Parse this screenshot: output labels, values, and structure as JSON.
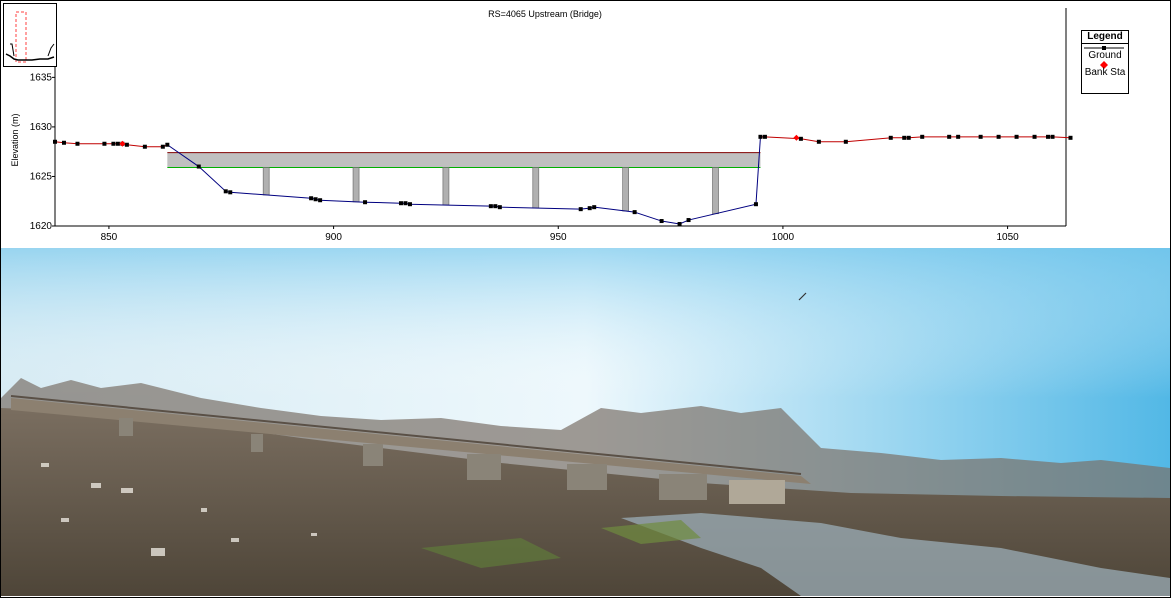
{
  "chart_data": {
    "type": "line",
    "title": "RS=4065   Upstream  (Bridge)",
    "xlabel": "",
    "ylabel": "Elevation (m)",
    "xlim": [
      838,
      1063
    ],
    "ylim": [
      1620,
      1642
    ],
    "x_ticks": [
      "850",
      "900",
      "950",
      "1000",
      "1050"
    ],
    "x_tick_values": [
      850,
      900,
      950,
      1000,
      1050
    ],
    "y_ticks": [
      "1620",
      "1625",
      "1630",
      "1635"
    ],
    "y_tick_values": [
      1620,
      1625,
      1630,
      1635
    ],
    "grid": false,
    "legend_position": "top-right",
    "series": [
      {
        "name": "Ground",
        "color": "#000080",
        "points": [
          [
            838,
            1628.5
          ],
          [
            840,
            1628.4
          ],
          [
            843,
            1628.3
          ],
          [
            849,
            1628.3
          ],
          [
            851,
            1628.3
          ],
          [
            852,
            1628.3
          ],
          [
            853,
            1628.3
          ],
          [
            854,
            1628.2
          ],
          [
            858,
            1628.0
          ],
          [
            862,
            1628.0
          ],
          [
            863,
            1628.2
          ],
          [
            870,
            1626.0
          ],
          [
            876,
            1623.5
          ],
          [
            877,
            1623.4
          ],
          [
            895,
            1622.8
          ],
          [
            896,
            1622.7
          ],
          [
            897,
            1622.6
          ],
          [
            907,
            1622.4
          ],
          [
            915,
            1622.3
          ],
          [
            916,
            1622.3
          ],
          [
            917,
            1622.2
          ],
          [
            935,
            1622.0
          ],
          [
            936,
            1622.0
          ],
          [
            937,
            1621.9
          ],
          [
            955,
            1621.7
          ],
          [
            957,
            1621.8
          ],
          [
            958,
            1621.9
          ],
          [
            967,
            1621.4
          ],
          [
            973,
            1620.5
          ],
          [
            977,
            1620.2
          ],
          [
            979,
            1620.6
          ],
          [
            994,
            1622.2
          ],
          [
            995,
            1629.0
          ],
          [
            996,
            1629.0
          ],
          [
            1004,
            1628.8
          ],
          [
            1008,
            1628.5
          ],
          [
            1014,
            1628.5
          ],
          [
            1024,
            1628.9
          ],
          [
            1027,
            1628.9
          ],
          [
            1028,
            1628.9
          ],
          [
            1031,
            1629.0
          ],
          [
            1037,
            1629.0
          ],
          [
            1039,
            1629.0
          ],
          [
            1044,
            1629.0
          ],
          [
            1048,
            1629.0
          ],
          [
            1052,
            1629.0
          ],
          [
            1056,
            1629.0
          ],
          [
            1059,
            1629.0
          ],
          [
            1060,
            1629.0
          ],
          [
            1064,
            1628.9
          ]
        ]
      },
      {
        "name": "Bank Sta",
        "color": "#ff0000",
        "points": [
          [
            853,
            1628.3
          ],
          [
            1003,
            1628.9
          ]
        ]
      }
    ],
    "bridge": {
      "deck_color": "#c0c0c0",
      "top_line_color": "#800000",
      "low_chord_color": "#00b000",
      "deck_x": [
        863,
        995
      ],
      "deck_top": 1627.4,
      "low_chord": 1625.9,
      "pier_x": [
        885,
        905,
        925,
        945,
        965,
        985
      ]
    }
  },
  "legend": {
    "title": "Legend",
    "items": [
      {
        "label": "Ground",
        "color": "#000000",
        "marker": "square-line"
      },
      {
        "label": "Bank Sta",
        "color": "#ff0000",
        "marker": "diamond"
      }
    ]
  },
  "colors": {
    "sky_top": "#6fc3e8",
    "sky_bottom": "#eef8fc",
    "ground": "#5e5448",
    "bridge": "#8c8070"
  },
  "photo": {}
}
